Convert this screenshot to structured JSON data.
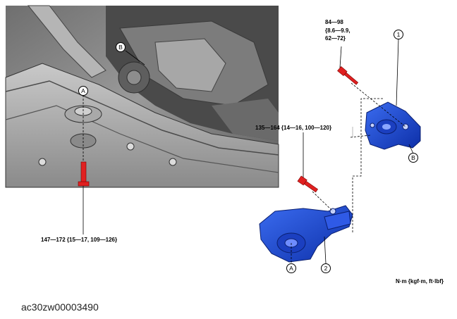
{
  "torques": {
    "upper_bolt_line1": "84—98",
    "upper_bolt_line2": "{8.6—9.9,",
    "upper_bolt_line3": "62—72}",
    "middle_bolt": "135—164 {14—16, 100—120}",
    "lower_bolt": "147—172 {15—17, 109—126}"
  },
  "callouts": {
    "A_photo": "A",
    "B_photo": "B",
    "one": "1",
    "B_mount": "B",
    "A_mount": "A",
    "two": "2"
  },
  "units": "N·m {kgf·m, ft·lbf}",
  "figure_id": "ac30zw00003490",
  "colors": {
    "mount_blue": "#1f4fd8",
    "bolt_red": "#e02020"
  }
}
